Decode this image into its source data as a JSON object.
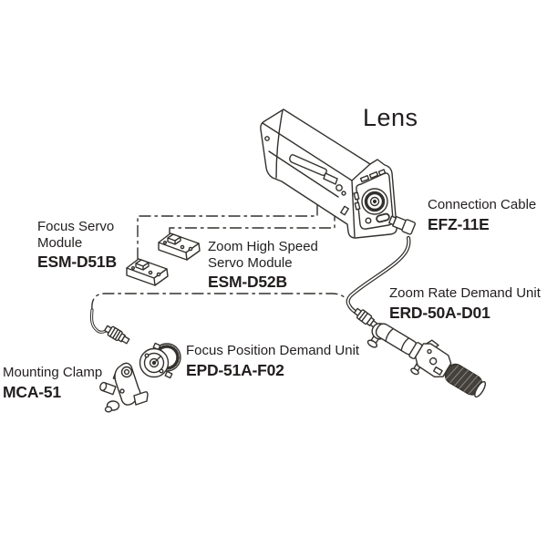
{
  "diagram": {
    "title": "Lens",
    "colors": {
      "line": "#34312d",
      "text": "#221e1e",
      "background": "#ffffff",
      "grip_fill": "#44403b"
    },
    "parts": {
      "connection_cable": {
        "name": "Connection Cable",
        "model": "EFZ-11E"
      },
      "focus_servo_module": {
        "name_line1": "Focus Servo",
        "name_line2": "Module",
        "model": "ESM-D51B"
      },
      "zoom_high_speed_servo_module": {
        "name_line1": "Zoom High Speed",
        "name_line2": "Servo Module",
        "model": "ESM-D52B"
      },
      "zoom_rate_demand_unit": {
        "name": "Zoom Rate Demand Unit",
        "model": "ERD-50A-D01"
      },
      "focus_position_demand_unit": {
        "name": "Focus Position Demand Unit",
        "model": "EPD-51A-F02"
      },
      "mounting_clamp": {
        "name": "Mounting Clamp",
        "model": "MCA-51"
      }
    }
  }
}
